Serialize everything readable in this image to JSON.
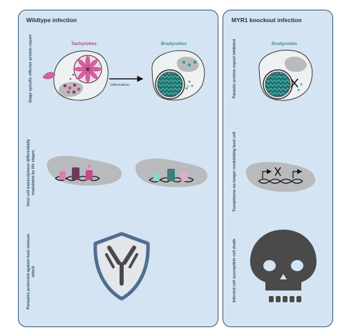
{
  "panels": {
    "wildtype": {
      "title": "Wildtype infection",
      "row_labels": [
        "Stage specific effector protein export",
        "Host cell transcriptome differentially modulated by life stages",
        "Parasites protected against host immune attack"
      ],
      "tachyzoites_label": "Tachyzoites",
      "bradyzoites_label": "Bradyzoites",
      "arrow_label": "Differentiation"
    },
    "knockout": {
      "title": "MYR1 knockout infection",
      "row_labels": [
        "Parasite protein export inhibited",
        "Toxoplasma no-longer modulating host cell",
        "Infected cell susceptible cell death"
      ],
      "bradyzoites_label": "Bradyzoites"
    }
  },
  "colors": {
    "panel_bg": "#d4e4f2",
    "panel_border": "#35506f",
    "tachyzoite_pink": "#c8478e",
    "bradyzoite_teal": "#3d9e97",
    "effector_maroon": "#8b3b5e",
    "host_gray": "#b8babd",
    "shield_border": "#4e6e92",
    "skull": "#4a4a4a"
  },
  "icons": [
    "host-cell-icon",
    "rosette-icon",
    "cyst-icon",
    "dna-icon",
    "shield-icon",
    "antibody-icon",
    "skull-icon",
    "inhibition-cross-icon"
  ]
}
